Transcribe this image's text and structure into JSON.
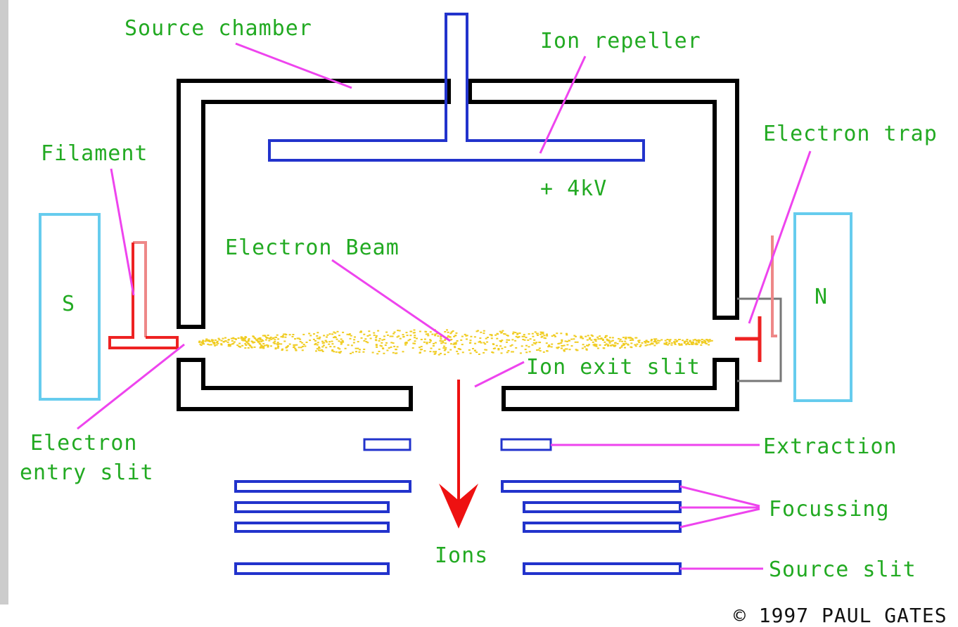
{
  "diagram": {
    "labels": {
      "source_chamber": "Source chamber",
      "ion_repeller": "Ion repeller",
      "voltage": "+ 4kV",
      "filament": "Filament",
      "electron_trap": "Electron trap",
      "electron_beam": "Electron Beam",
      "magnet_south": "S",
      "magnet_north": "N",
      "ion_exit_slit": "Ion exit slit",
      "electron_entry_slit_line1": "Electron",
      "electron_entry_slit_line2": "entry slit",
      "extraction": "Extraction",
      "focussing": "Focussing",
      "ions": "Ions",
      "source_slit": "Source slit",
      "copyright": "© 1997 PAUL GATES"
    },
    "colors": {
      "label_text": "#22aa22",
      "leader_line": "#ee44ee",
      "chamber_wall": "#000000",
      "electrode": "#2233cc",
      "magnet": "#66ccee",
      "filament": "#ee2222",
      "filament_back": "#ee8888",
      "beam": "#f0cc22",
      "ion_arrow": "#ee1111",
      "copyright_text": "#111111",
      "trap_box": "#777777",
      "left_border": "#cccccc"
    }
  }
}
